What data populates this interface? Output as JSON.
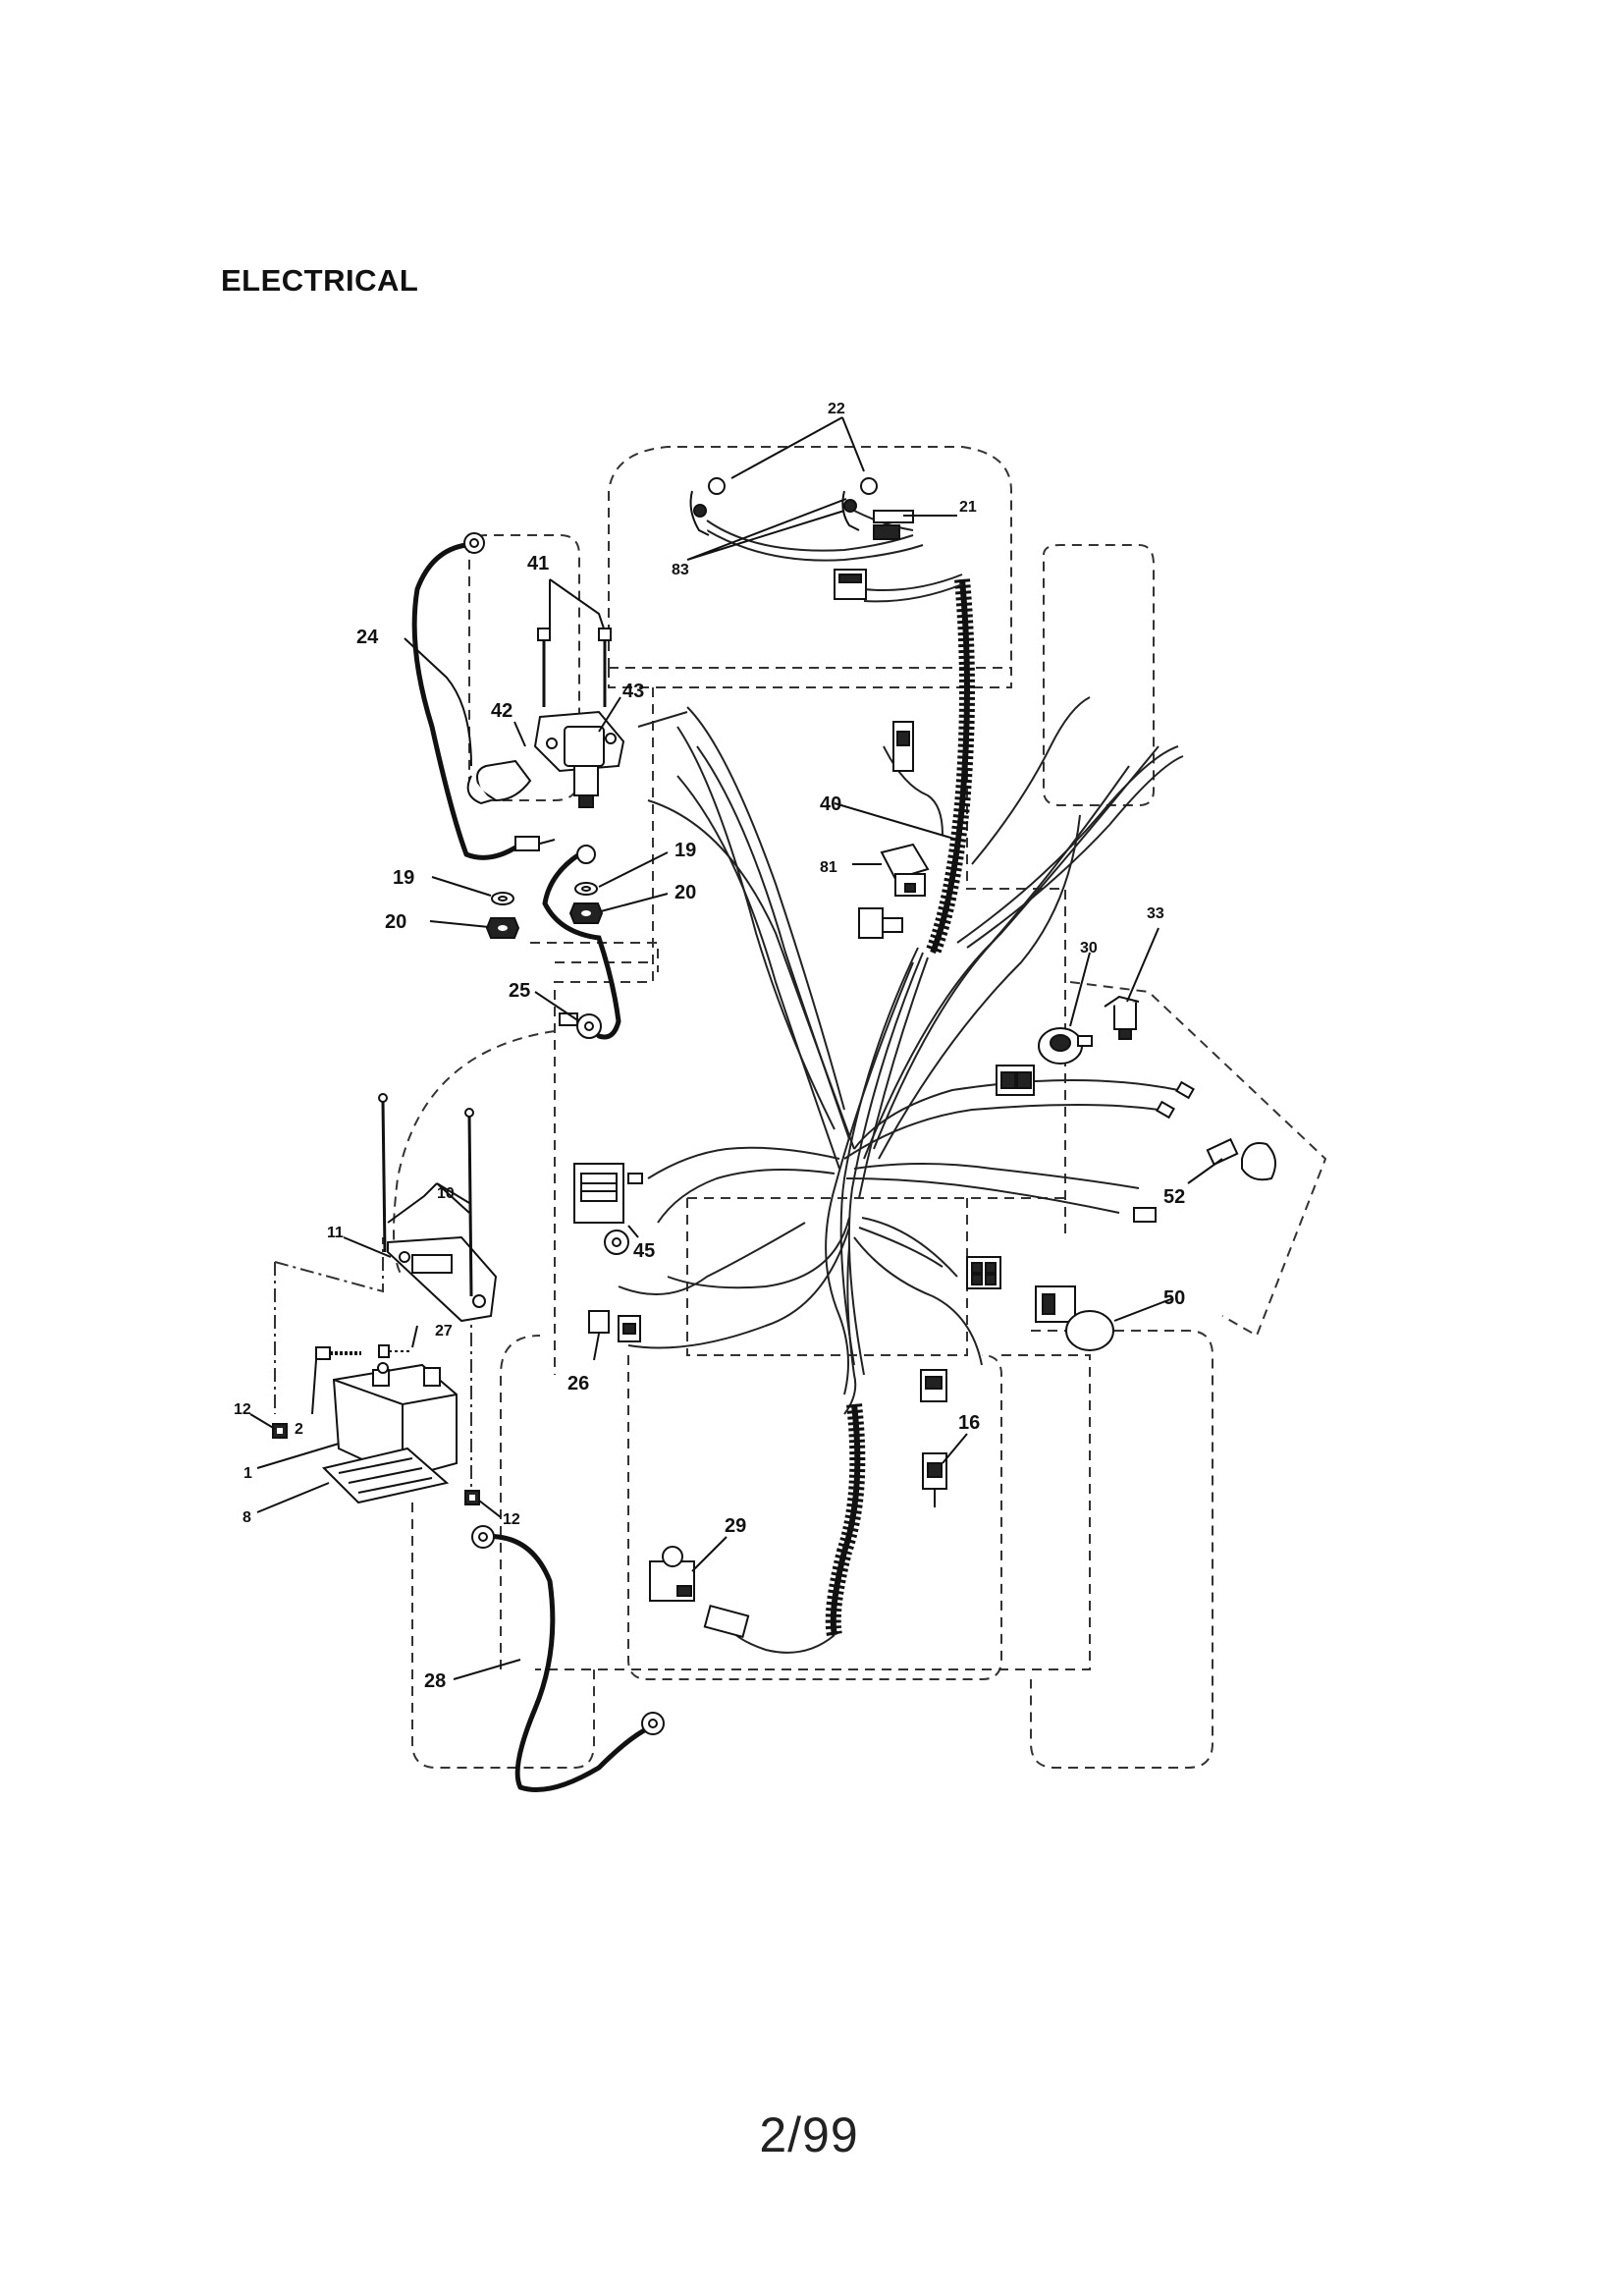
{
  "page": {
    "heading": "ELECTRICAL",
    "page_number": "2/99"
  },
  "callouts": [
    {
      "id": "1",
      "label": "1"
    },
    {
      "id": "2",
      "label": "2"
    },
    {
      "id": "8",
      "label": "8"
    },
    {
      "id": "10",
      "label": "10"
    },
    {
      "id": "11",
      "label": "11"
    },
    {
      "id": "12a",
      "label": "12"
    },
    {
      "id": "12b",
      "label": "12"
    },
    {
      "id": "16",
      "label": "16"
    },
    {
      "id": "19a",
      "label": "19"
    },
    {
      "id": "19b",
      "label": "19"
    },
    {
      "id": "20a",
      "label": "20"
    },
    {
      "id": "20b",
      "label": "20"
    },
    {
      "id": "21",
      "label": "21"
    },
    {
      "id": "22",
      "label": "22"
    },
    {
      "id": "24",
      "label": "24"
    },
    {
      "id": "25",
      "label": "25"
    },
    {
      "id": "26",
      "label": "26"
    },
    {
      "id": "27",
      "label": "27"
    },
    {
      "id": "28",
      "label": "28"
    },
    {
      "id": "29",
      "label": "29"
    },
    {
      "id": "30",
      "label": "30"
    },
    {
      "id": "33",
      "label": "33"
    },
    {
      "id": "40",
      "label": "40"
    },
    {
      "id": "41",
      "label": "41"
    },
    {
      "id": "42",
      "label": "42"
    },
    {
      "id": "43",
      "label": "43"
    },
    {
      "id": "45",
      "label": "45"
    },
    {
      "id": "50",
      "label": "50"
    },
    {
      "id": "52",
      "label": "52"
    },
    {
      "id": "81",
      "label": "81"
    },
    {
      "id": "83",
      "label": "83"
    }
  ]
}
